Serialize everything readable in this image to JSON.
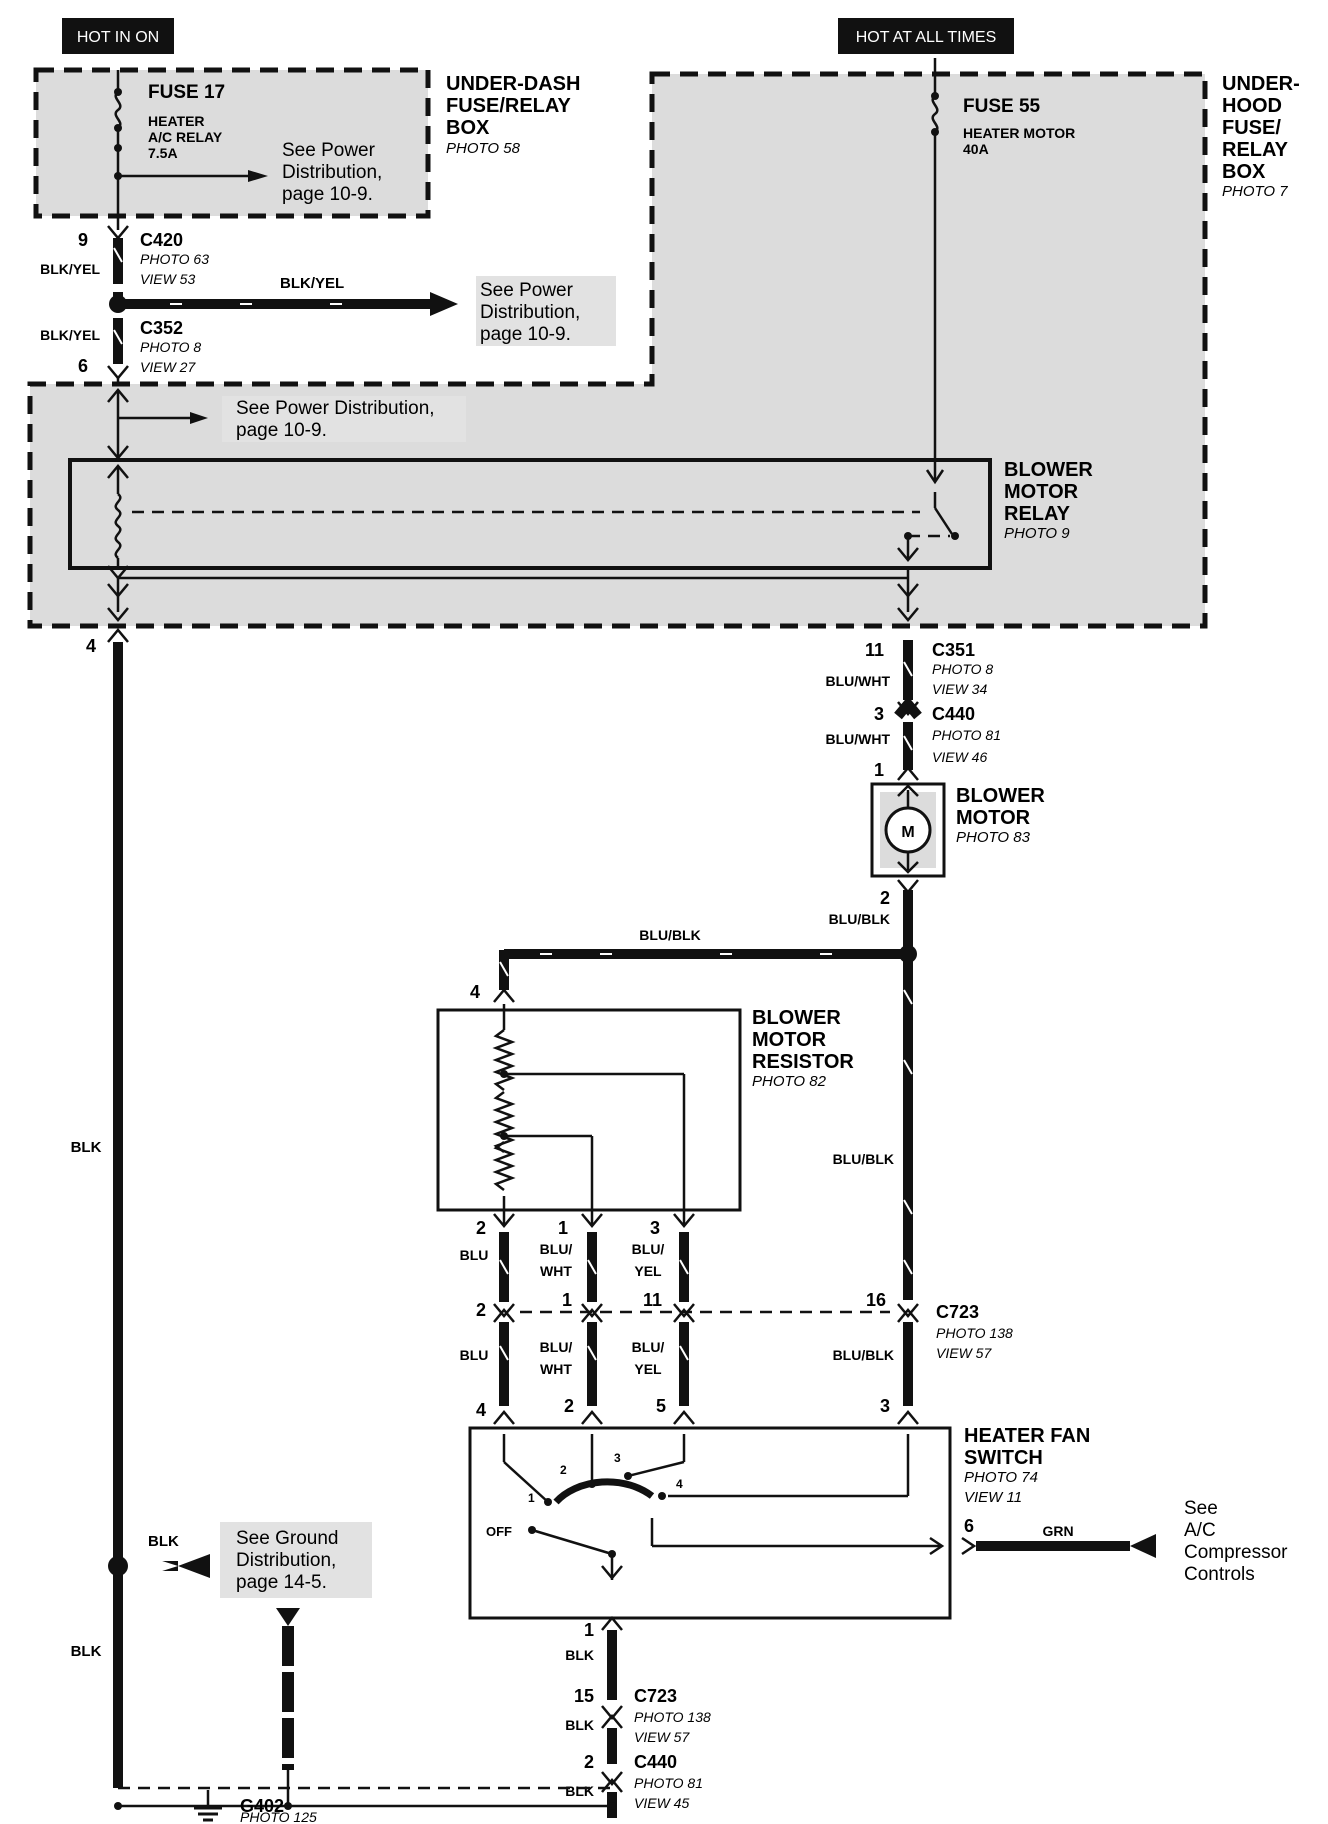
{
  "headers": {
    "hot_in_on": "HOT IN ON",
    "hot_at_all_times": "HOT AT ALL TIMES"
  },
  "underdash": {
    "title1": "UNDER-DASH",
    "title2": "FUSE/RELAY",
    "title3": "BOX",
    "photo": "PHOTO 58",
    "fuse": "FUSE 17",
    "fuse_desc1": "HEATER",
    "fuse_desc2": "A/C RELAY",
    "fuse_amp": "7.5A",
    "see1": "See Power",
    "see2": "Distribution,",
    "see3": "page 10-9."
  },
  "underhood": {
    "title1": "UNDER-",
    "title2": "HOOD",
    "title3": "FUSE/",
    "title4": "RELAY",
    "title5": "BOX",
    "photo": "PHOTO 7",
    "fuse": "FUSE 55",
    "fuse_desc": "HEATER MOTOR",
    "fuse_amp": "40A"
  },
  "c420": {
    "pin": "9",
    "name": "C420",
    "photo": "PHOTO 63",
    "view": "VIEW 53",
    "wire": "BLK/YEL"
  },
  "blkyel_branch": {
    "wire": "BLK/YEL",
    "see1": "See Power",
    "see2": "Distribution,",
    "see3": "page 10-9."
  },
  "c352": {
    "pin": "6",
    "name": "C352",
    "photo": "PHOTO 8",
    "view": "VIEW 27",
    "wire": "BLK/YEL"
  },
  "relay_box_note": {
    "line1": "See Power Distribution,",
    "line2": "page 10-9."
  },
  "relay": {
    "line1": "BLOWER",
    "line2": "MOTOR",
    "line3": "RELAY",
    "photo": "PHOTO 9"
  },
  "pin4_left": "4",
  "c351": {
    "pin": "11",
    "name": "C351",
    "photo": "PHOTO 8",
    "view": "VIEW 34",
    "wire": "BLU/WHT"
  },
  "c440_top": {
    "pin": "3",
    "name": "C440",
    "photo": "PHOTO 81",
    "view": "VIEW 46",
    "wire": "BLU/WHT"
  },
  "motor": {
    "pin_in": "1",
    "pin_out": "2",
    "symbol": "M",
    "line1": "BLOWER",
    "line2": "MOTOR",
    "photo": "PHOTO 83"
  },
  "blublk_wires": {
    "w1": "BLU/BLK",
    "w2": "BLU/BLK",
    "w3": "BLU/BLK",
    "w4": "BLU/BLK"
  },
  "resistor": {
    "pin_in": "4",
    "line1": "BLOWER",
    "line2": "MOTOR",
    "line3": "RESISTOR",
    "photo": "PHOTO 82",
    "pins": [
      "2",
      "1",
      "3"
    ]
  },
  "res_wires_top": {
    "blu": "BLU",
    "bw1": "BLU/",
    "bw2": "WHT",
    "by1": "BLU/",
    "by2": "YEL"
  },
  "c723_mid": {
    "pins": [
      "2",
      "1",
      "11",
      "16"
    ],
    "name": "C723",
    "photo": "PHOTO 138",
    "view": "VIEW 57"
  },
  "res_wires_bot": {
    "blu": "BLU",
    "bw1": "BLU/",
    "bw2": "WHT",
    "by1": "BLU/",
    "by2": "YEL"
  },
  "switch": {
    "pins_top": [
      "4",
      "2",
      "5",
      "3"
    ],
    "line1": "HEATER FAN",
    "line2": "SWITCH",
    "photo": "PHOTO 74",
    "view": "VIEW 11",
    "pos": [
      "1",
      "2",
      "3",
      "4"
    ],
    "off": "OFF",
    "pin6": "6"
  },
  "grn": {
    "wire": "GRN",
    "see1": "See",
    "see2": "A/C",
    "see3": "Compressor",
    "see4": "Controls"
  },
  "ground_note": {
    "wire": "BLK",
    "line1": "See Ground",
    "line2": "Distribution,",
    "line3": "page 14-5."
  },
  "blk_wires": {
    "w1": "BLK",
    "w2": "BLK"
  },
  "switch_bottom": {
    "pin": "1",
    "wire": "BLK"
  },
  "c723_bot": {
    "pin": "15",
    "name": "C723",
    "photo": "PHOTO 138",
    "view": "VIEW 57",
    "wire": "BLK"
  },
  "c440_bot": {
    "pin": "2",
    "name": "C440",
    "photo": "PHOTO 81",
    "view": "VIEW 45",
    "wire": "BLK"
  },
  "g402": {
    "name": "G402",
    "photo": "PHOTO 125"
  }
}
